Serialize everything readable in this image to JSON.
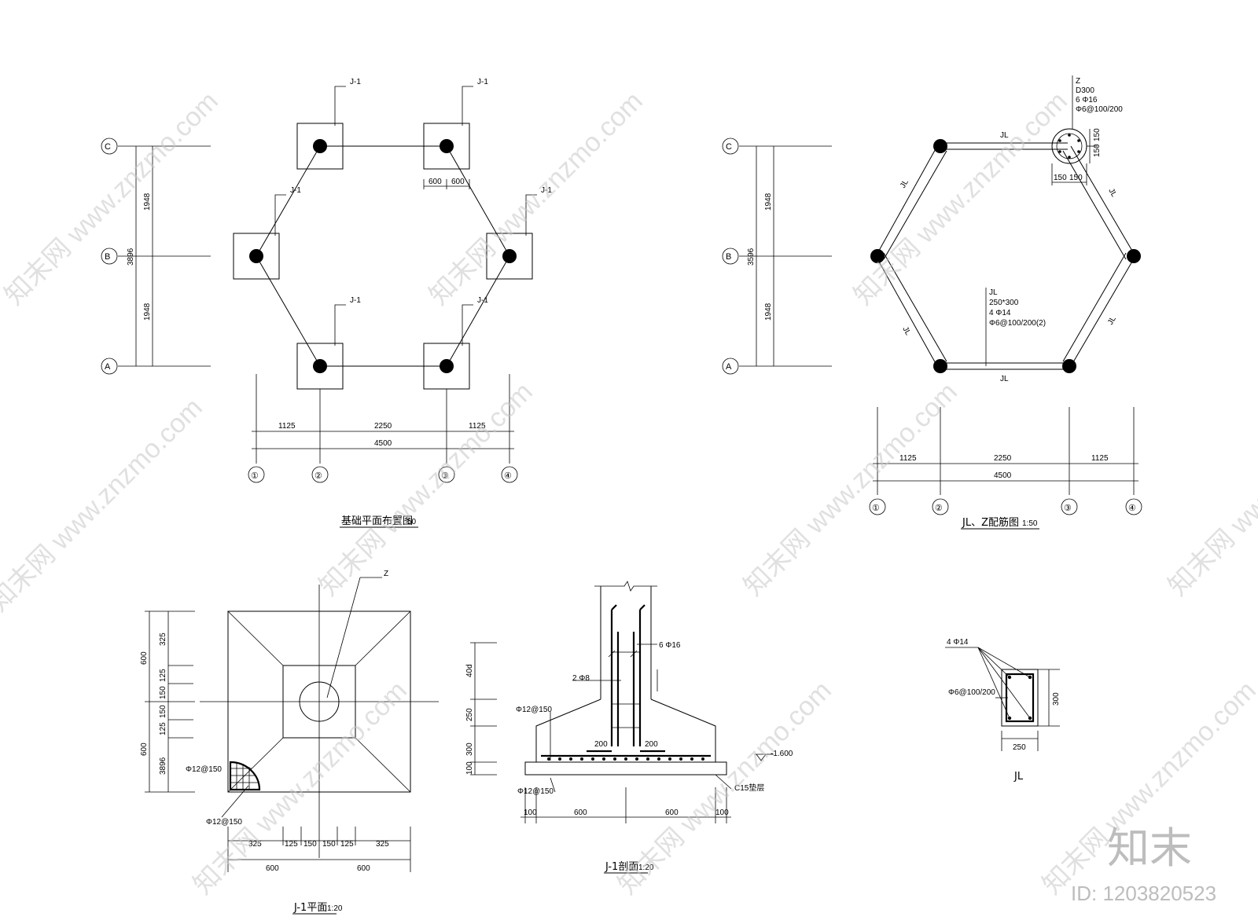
{
  "foundation_plan": {
    "title": "基础平面布置图",
    "scale": "50",
    "footing_label": "J-1",
    "axes_rows": [
      "C",
      "B",
      "A"
    ],
    "axes_cols": [
      "①",
      "②",
      "③",
      "④"
    ],
    "dims_vertical": [
      "1948",
      "1948"
    ],
    "dim_vertical_total": "3896",
    "dims_horizontal": [
      "1125",
      "2250",
      "1125"
    ],
    "dim_horizontal_total": "4500",
    "footing_half_widths": [
      "600",
      "600"
    ]
  },
  "beam_plan": {
    "title": "JL、Z配筋图",
    "scale": "1:50",
    "axes_rows": [
      "C",
      "B",
      "A"
    ],
    "axes_cols": [
      "①",
      "②",
      "③",
      "④"
    ],
    "dims_vertical": [
      "1948",
      "1948"
    ],
    "dim_vertical_total": "3596",
    "dims_horizontal": [
      "1125",
      "2250",
      "1125"
    ],
    "dim_horizontal_total": "4500",
    "beam_label": "JL",
    "column_note": [
      "Z",
      "D300",
      "6 Φ16",
      "Φ6@100/200"
    ],
    "column_dims": [
      "150",
      "150"
    ],
    "beam_note": [
      "JL",
      "250*300",
      "4 Φ14",
      "Φ6@100/200(2)"
    ]
  },
  "j1_plan": {
    "title": "J-1平面",
    "scale": "1:20",
    "column_label": "Z",
    "rebar": "Φ12@150",
    "rebar2": "Φ12@150",
    "dims_bottom": [
      "325",
      "125",
      "150",
      "150",
      "125",
      "325"
    ],
    "dims_bottom_total": [
      "600",
      "600"
    ],
    "dims_left_outer": [
      "600",
      "600"
    ],
    "dims_left_inner": [
      "325",
      "125",
      "150",
      "150",
      "125",
      "3896"
    ]
  },
  "j1_section": {
    "title": "J-1剖面",
    "scale": "1:20",
    "column_rebar": "6 Φ16",
    "stirrup": "2 Φ8",
    "top_rebar": "Φ12@150",
    "bottom_rebar": "Φ12@150",
    "elevation": "-1.600",
    "cushion": "C15垫层",
    "anchor": "200",
    "dims_left": [
      "40d",
      "250",
      "300",
      "100"
    ],
    "dims_bottom": [
      "100",
      "600",
      "600",
      "100"
    ]
  },
  "beam_section": {
    "title": "JL",
    "top_rebar": "4 Φ14",
    "stirrup": "Φ6@100/200",
    "width": "250",
    "height": "300"
  },
  "watermark": "知末网 www.znzmo.com",
  "brand": "知末",
  "id_label": "ID: 1203820523"
}
